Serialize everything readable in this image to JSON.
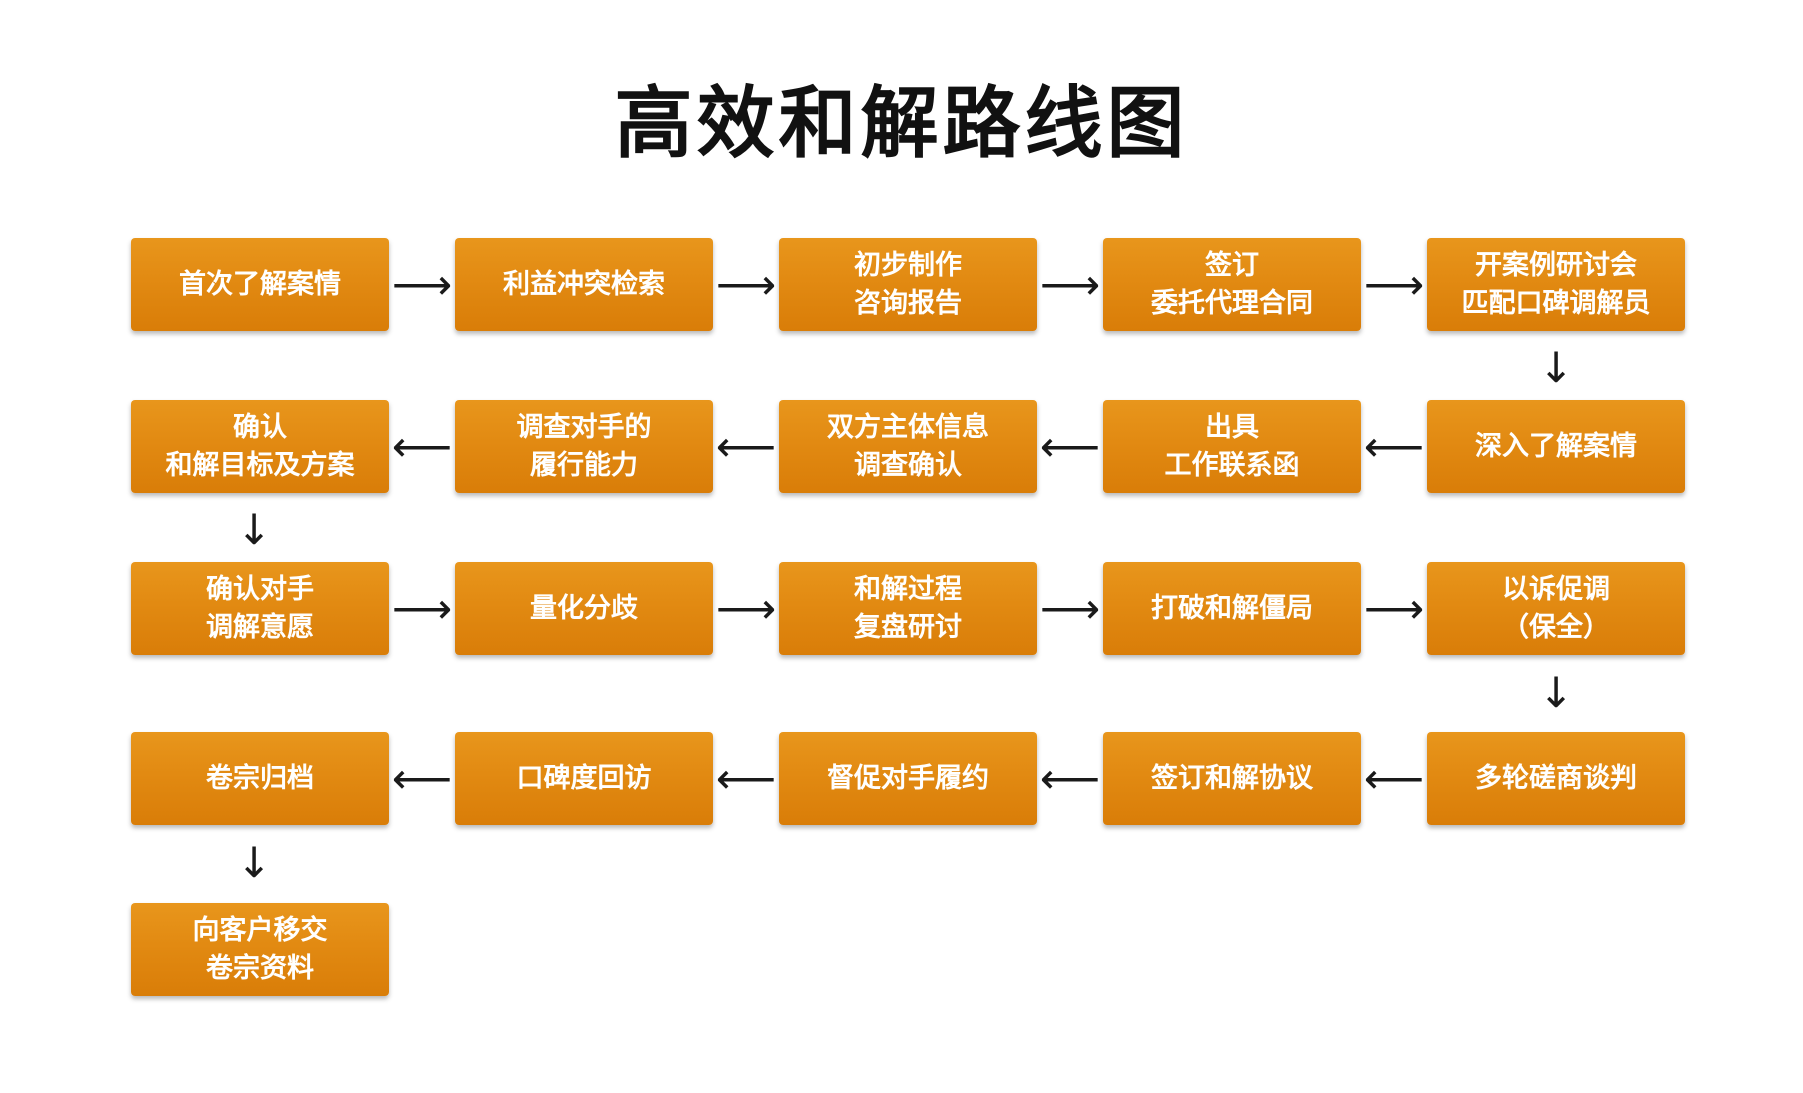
{
  "title": "高效和解路线图",
  "steps": [
    {
      "line1": "首次了解案情",
      "line2": ""
    },
    {
      "line1": "利益冲突检索",
      "line2": ""
    },
    {
      "line1": "初步制作",
      "line2": "咨询报告"
    },
    {
      "line1": "签订",
      "line2": "委托代理合同"
    },
    {
      "line1": "开案例研讨会",
      "line2": "匹配口碑调解员"
    },
    {
      "line1": "深入了解案情",
      "line2": ""
    },
    {
      "line1": "出具",
      "line2": "工作联系函"
    },
    {
      "line1": "双方主体信息",
      "line2": "调查确认"
    },
    {
      "line1": "调查对手的",
      "line2": "履行能力"
    },
    {
      "line1": "确认",
      "line2": "和解目标及方案"
    },
    {
      "line1": "确认对手",
      "line2": "调解意愿"
    },
    {
      "line1": "量化分歧",
      "line2": ""
    },
    {
      "line1": "和解过程",
      "line2": "复盘研讨"
    },
    {
      "line1": "打破和解僵局",
      "line2": ""
    },
    {
      "line1": "以诉促调",
      "line2": "（保全）"
    },
    {
      "line1": "多轮磋商谈判",
      "line2": ""
    },
    {
      "line1": "签订和解协议",
      "line2": ""
    },
    {
      "line1": "督促对手履约",
      "line2": ""
    },
    {
      "line1": "口碑度回访",
      "line2": ""
    },
    {
      "line1": "卷宗归档",
      "line2": ""
    },
    {
      "line1": "向客户移交",
      "line2": "卷宗资料"
    }
  ],
  "arrows": {
    "right": "⟶",
    "left": "⟵",
    "down": "↓"
  },
  "colors": {
    "box": "#e28a12",
    "box_text": "#ffffff",
    "arrow": "#1a1a1a",
    "title": "#111111"
  }
}
